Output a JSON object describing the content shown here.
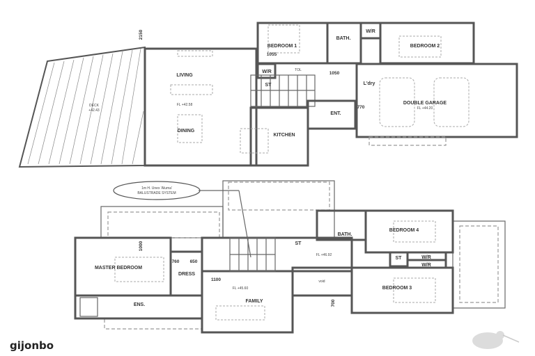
{
  "ground_floor": {
    "deck": "DECK",
    "deck_level": "+42.43",
    "bedroom_1": "BEDROOM 1",
    "bath": "BATH.",
    "wr_top": "W/R",
    "bedroom_2": "BEDROOM 2",
    "wr": "W/R",
    "toilet": "TOL",
    "living": "LIVING",
    "living_level": "FL +42.58",
    "dining": "DINING",
    "store": "ST",
    "kitchen": "KITCHEN",
    "entry": "ENT.",
    "laundry": "L'dry",
    "garage": "DOUBLE GARAGE",
    "garage_level": "FL +44.20",
    "dims": [
      "2150",
      "1055",
      "1050",
      "770"
    ]
  },
  "first_floor": {
    "note_line1": "1m H. Unex 'Aluma'",
    "note_line2": "BALUSTRADE SYSTEM",
    "master_bedroom": "MASTER BEDROOM",
    "dress": "DRESS",
    "ensuite": "ENS.",
    "family": "FAMILY",
    "family_level": "FL +45.60",
    "hall_level": "FL +46.92",
    "void": "void",
    "bath": "BATH.",
    "bedroom_4": "BEDROOM 4",
    "bedroom_3": "BEDROOM 3",
    "store_1": "ST",
    "store_2": "ST",
    "wr_1": "W/R",
    "wr_2": "W/R",
    "dims": [
      "1000",
      "760",
      "650",
      "1100",
      "700"
    ]
  },
  "watermark": {
    "brand": "gijonbo",
    "logo": "kiwi-bird-logo"
  }
}
